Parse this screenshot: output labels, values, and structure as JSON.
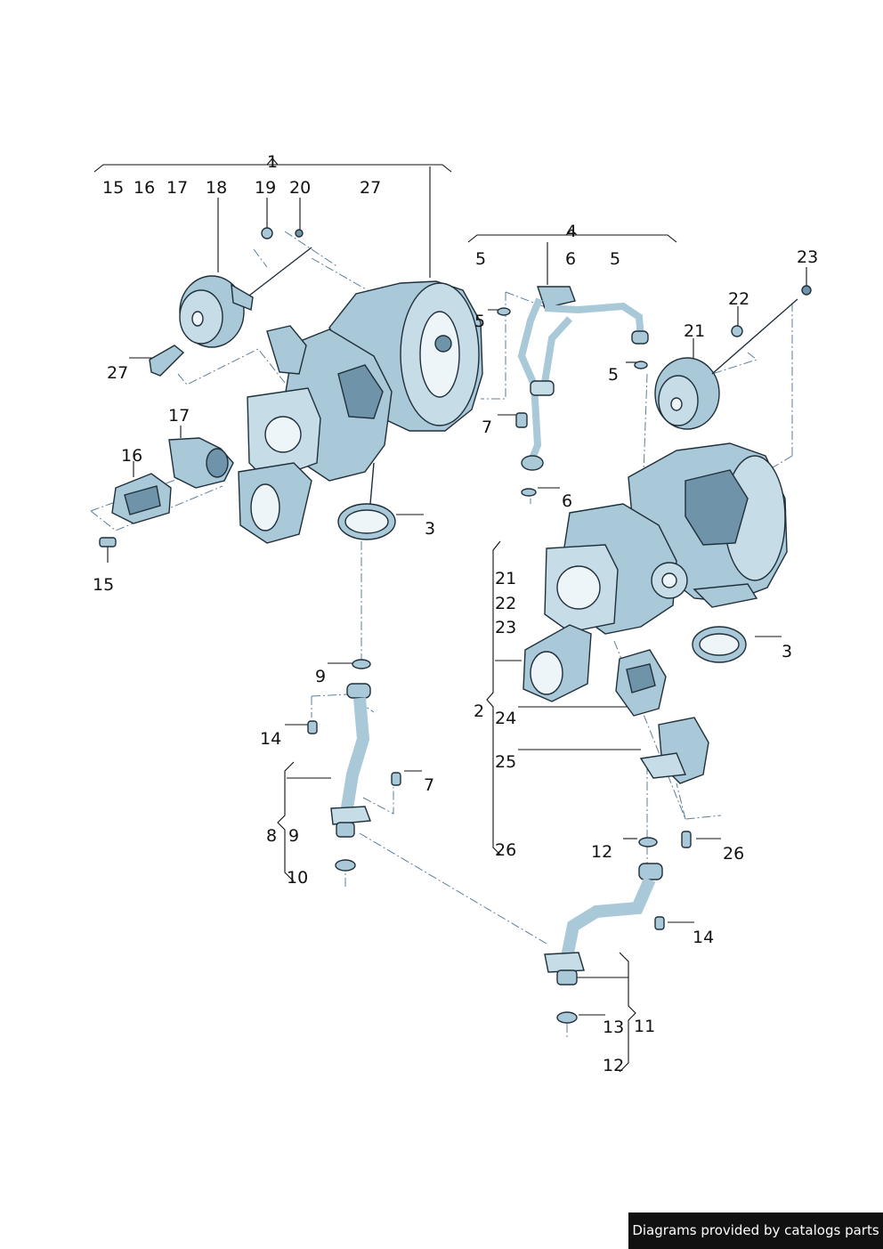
{
  "labels": {
    "l1": "1",
    "l15a": "15",
    "l16a": "16",
    "l17a": "17",
    "l18": "18",
    "l19": "19",
    "l20": "20",
    "l27a": "27",
    "l27b": "27",
    "l17b": "17",
    "l16b": "16",
    "l15b": "15",
    "l3a": "3",
    "l4": "4",
    "l5a": "5",
    "l6a": "6",
    "l5b": "5",
    "l5c": "5",
    "l5d": "5",
    "l7a": "7",
    "l6b": "6",
    "l23a": "23",
    "l22a": "22",
    "l21a": "21",
    "l21b": "21",
    "l22b": "22",
    "l23b": "23",
    "l2": "2",
    "l24": "24",
    "l25": "25",
    "l26a": "26",
    "l3b": "3",
    "l9a": "9",
    "l14a": "14",
    "l7b": "7",
    "l8": "8",
    "l9b": "9",
    "l10": "10",
    "l12a": "12",
    "l26b": "26",
    "l14b": "14",
    "l13": "13",
    "l11": "11",
    "l12b": "12"
  },
  "footer": {
    "text": "Diagrams provided by catalogs parts"
  },
  "colors": {
    "metal": "#a9c8d8",
    "outline": "#1f2f3a",
    "leader": "#5a7f9c",
    "banner": "#111111"
  }
}
